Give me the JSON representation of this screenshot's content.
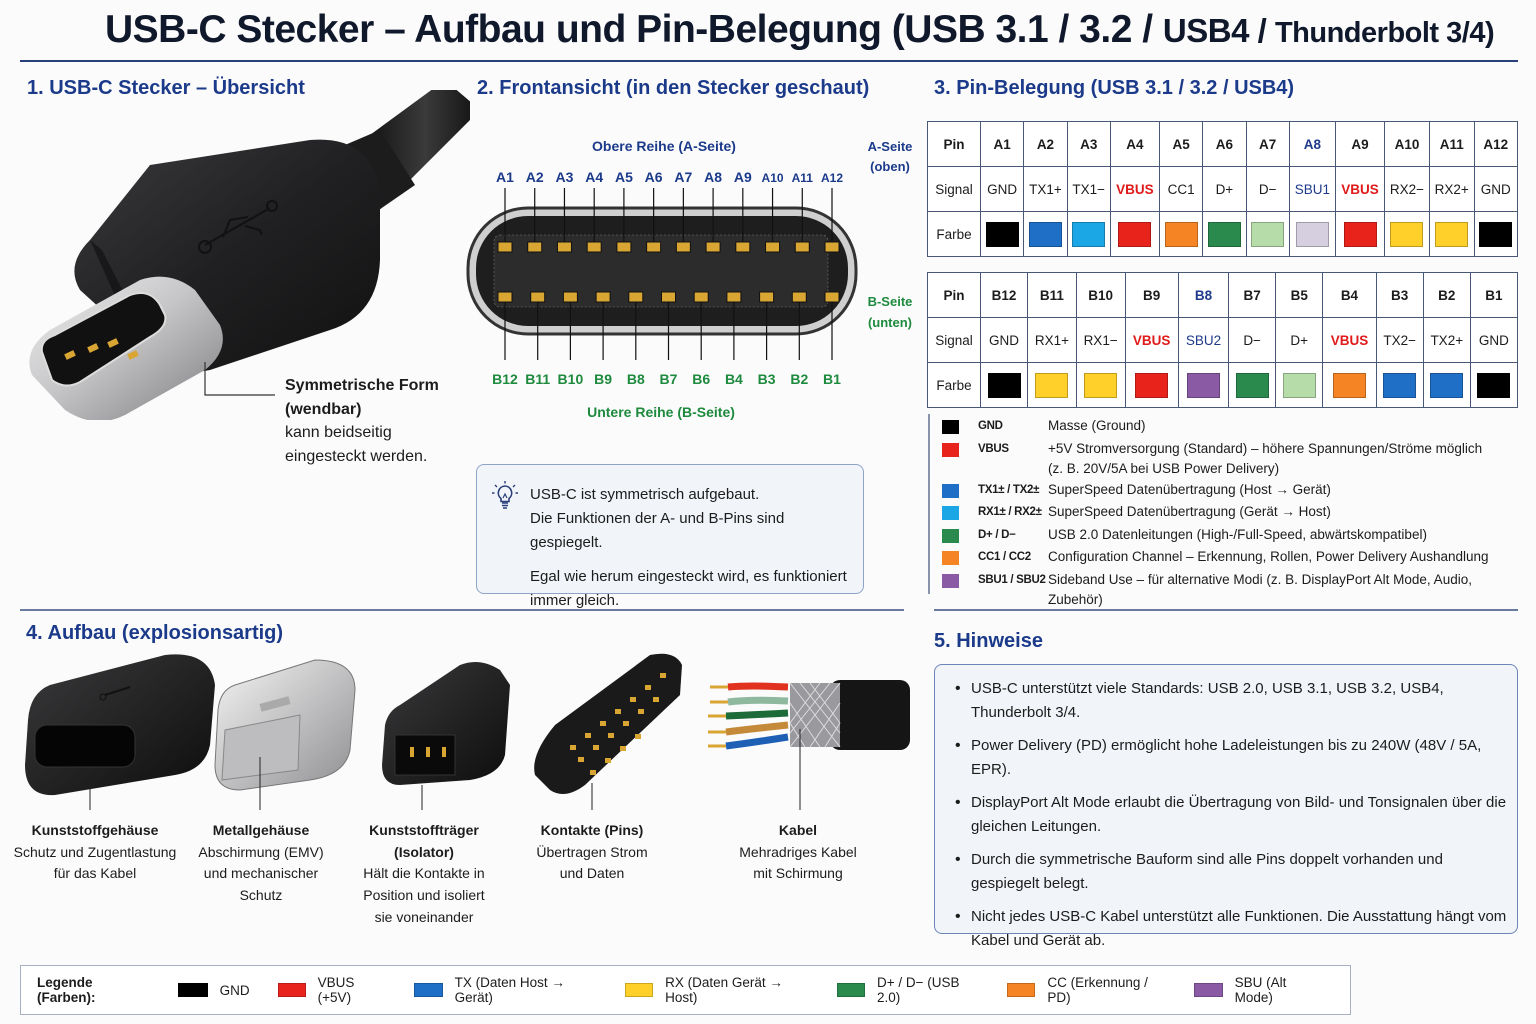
{
  "header": {
    "title_main": "USB-C Stecker – Aufbau und Pin-Belegung (USB 3.1 / 3.2 / ",
    "title_usb4": "USB4",
    "title_sep": " / ",
    "title_tb": "Thunderbolt 3/4)"
  },
  "colors": {
    "accent": "#1b3a8a",
    "green_label": "#1e8a3d",
    "GND": "#000000",
    "VBUS": "#e8231c",
    "TX": "#1f6fc7",
    "TX_light": "#1ba7e6",
    "RX": "#ffd02a",
    "D": "#2a8a4e",
    "D_light": "#b6dcaa",
    "CC": "#f58424",
    "SBU": "#8a5aa5",
    "SBU_light": "#d6cfe0"
  },
  "section1": {
    "heading": "1. USB-C Stecker – Übersicht",
    "callout_title_1": "Symmetrische Form",
    "callout_title_2": "(wendbar)",
    "callout_text_1": "kann beidseitig",
    "callout_text_2": "eingesteckt werden."
  },
  "section2": {
    "heading": "2. Frontansicht (in den Stecker geschaut)",
    "top_row_label": "Obere Reihe (A-Seite)",
    "bottom_row_label": "Untere Reihe (B-Seite)",
    "a_side_1": "A-Seite",
    "a_side_2": "(oben)",
    "b_side_1": "B-Seite",
    "b_side_2": "(unten)",
    "top_pins": [
      "A1",
      "A2",
      "A3",
      "A4",
      "A5",
      "A6",
      "A7",
      "A8",
      "A9",
      "A10",
      "A11",
      "A12"
    ],
    "bottom_pins": [
      "B12",
      "B11",
      "B10",
      "B9",
      "B8",
      "B7",
      "B6",
      "B4",
      "B3",
      "B2",
      "B1"
    ],
    "info_line_1": "USB-C ist symmetrisch aufgebaut.",
    "info_line_2": "Die Funktionen der A- und B-Pins sind gespiegelt.",
    "info_line_3": "Egal wie herum eingesteckt wird, es funktioniert",
    "info_line_4": "immer gleich."
  },
  "section3": {
    "heading": "3. Pin-Belegung (USB 3.1 / 3.2 / USB4)",
    "row_labels": {
      "pin": "Pin",
      "signal": "Signal",
      "color": "Farbe"
    },
    "table_a": [
      {
        "pin": "A1",
        "signal": "GND",
        "color": "#000000",
        "style": ""
      },
      {
        "pin": "A2",
        "signal": "TX1+",
        "color": "#1f6fc7",
        "style": ""
      },
      {
        "pin": "A3",
        "signal": "TX1−",
        "color": "#1ba7e6",
        "style": ""
      },
      {
        "pin": "A4",
        "signal": "VBUS",
        "color": "#e8231c",
        "style": "red"
      },
      {
        "pin": "A5",
        "signal": "CC1",
        "color": "#f58424",
        "style": ""
      },
      {
        "pin": "A6",
        "signal": "D+",
        "color": "#2a8a4e",
        "style": ""
      },
      {
        "pin": "A7",
        "signal": "D−",
        "color": "#b6dcaa",
        "style": ""
      },
      {
        "pin": "A8",
        "signal": "SBU1",
        "color": "#d6cfe0",
        "style": "navy"
      },
      {
        "pin": "A9",
        "signal": "VBUS",
        "color": "#e8231c",
        "style": "red"
      },
      {
        "pin": "A10",
        "signal": "RX2−",
        "color": "#ffd02a",
        "style": ""
      },
      {
        "pin": "A11",
        "signal": "RX2+",
        "color": "#ffd02a",
        "style": ""
      },
      {
        "pin": "A12",
        "signal": "GND",
        "color": "#000000",
        "style": ""
      }
    ],
    "table_b": [
      {
        "pin": "B12",
        "signal": "GND",
        "color": "#000000",
        "style": ""
      },
      {
        "pin": "B11",
        "signal": "RX1+",
        "color": "#ffd02a",
        "style": ""
      },
      {
        "pin": "B10",
        "signal": "RX1−",
        "color": "#ffd02a",
        "style": ""
      },
      {
        "pin": "B9",
        "signal": "VBUS",
        "color": "#e8231c",
        "style": "red"
      },
      {
        "pin": "B8",
        "signal": "SBU2",
        "color": "#8a5aa5",
        "style": "navy"
      },
      {
        "pin": "B7",
        "signal": "D−",
        "color": "#2a8a4e",
        "style": ""
      },
      {
        "pin": "B5",
        "signal": "D+",
        "color": "#b6dcaa",
        "style": ""
      },
      {
        "pin": "B4",
        "signal": "VBUS",
        "color": "#f58424",
        "style": "red"
      },
      {
        "pin": "B3",
        "signal": "TX2−",
        "color": "#1f6fc7",
        "style": ""
      },
      {
        "pin": "B2",
        "signal": "TX2+",
        "color": "#1f6fc7",
        "style": ""
      },
      {
        "pin": "B1",
        "signal": "GND",
        "color": "#000000",
        "style": ""
      }
    ],
    "legend": [
      {
        "code": "GND",
        "color": "#000000",
        "desc": "Masse (Ground)",
        "desc2": ""
      },
      {
        "code": "VBUS",
        "color": "#e8231c",
        "desc": "+5V Stromversorgung (Standard) – höhere Spannungen/Ströme möglich",
        "desc2": "(z. B. 20V/5A bei USB Power Delivery)"
      },
      {
        "code": "TX1± / TX2±",
        "color": "#1f6fc7",
        "desc": "SuperSpeed Datenübertragung (Host → Gerät)",
        "desc2": ""
      },
      {
        "code": "RX1± / RX2±",
        "color": "#1ba7e6",
        "desc": "SuperSpeed Datenübertragung (Gerät → Host)",
        "desc2": ""
      },
      {
        "code": "D+ / D−",
        "color": "#2a8a4e",
        "desc": "USB 2.0 Datenleitungen (High-/Full-Speed, abwärtskompatibel)",
        "desc2": ""
      },
      {
        "code": "CC1 / CC2",
        "color": "#f58424",
        "desc": "Configuration Channel – Erkennung, Rollen, Power Delivery Aushandlung",
        "desc2": ""
      },
      {
        "code": "SBU1 / SBU2",
        "color": "#8a5aa5",
        "desc": "Sideband Use – für alternative Modi (z. B. DisplayPort Alt Mode, Audio, Zubehör)",
        "desc2": ""
      }
    ]
  },
  "section4": {
    "heading": "4. Aufbau (explosionsartig)",
    "parts": [
      {
        "title": "Kunststoffgehäuse",
        "lines": [
          "Schutz und Zugentlastung",
          "für das Kabel"
        ]
      },
      {
        "title": "Metallgehäuse",
        "lines": [
          "Abschirmung (EMV)",
          "und mechanischer",
          "Schutz"
        ]
      },
      {
        "title": "Kunststoffträger",
        "lines": [
          "(Isolator)",
          "Hält die Kontakte in",
          "Position und isoliert",
          "sie voneinander"
        ]
      },
      {
        "title": "Kontakte (Pins)",
        "lines": [
          "Übertragen Strom",
          "und Daten"
        ]
      },
      {
        "title": "Kabel",
        "lines": [
          "Mehradriges Kabel",
          "mit Schirmung"
        ]
      }
    ]
  },
  "section5": {
    "heading": "5. Hinweise",
    "notes": [
      "USB-C unterstützt viele Standards: USB 2.0, USB 3.1, USB 3.2, USB4, Thunderbolt 3/4.",
      "Power Delivery (PD) ermöglicht hohe Ladeleistungen bis zu 240W (48V / 5A, EPR).",
      "DisplayPort Alt Mode erlaubt die Übertragung von Bild- und Tonsignalen über die gleichen Leitungen.",
      "Durch die symmetrische Bauform sind alle Pins doppelt vorhanden und gespiegelt belegt.",
      "Nicht jedes USB-C Kabel unterstützt alle Funktionen. Die Ausstattung hängt vom Kabel und Gerät ab."
    ]
  },
  "bottom_legend": {
    "label": "Legende (Farben):",
    "items": [
      {
        "label": "GND",
        "color": "#000000"
      },
      {
        "label": "VBUS (+5V)",
        "color": "#e8231c"
      },
      {
        "label": "TX (Daten Host → Gerät)",
        "color": "#1f6fc7"
      },
      {
        "label": "RX (Daten Gerät → Host)",
        "color": "#ffd02a"
      },
      {
        "label": "D+ / D− (USB 2.0)",
        "color": "#2a8a4e"
      },
      {
        "label": "CC (Erkennung / PD)",
        "color": "#f58424"
      },
      {
        "label": "SBU (Alt Mode)",
        "color": "#8a5aa5"
      }
    ]
  }
}
